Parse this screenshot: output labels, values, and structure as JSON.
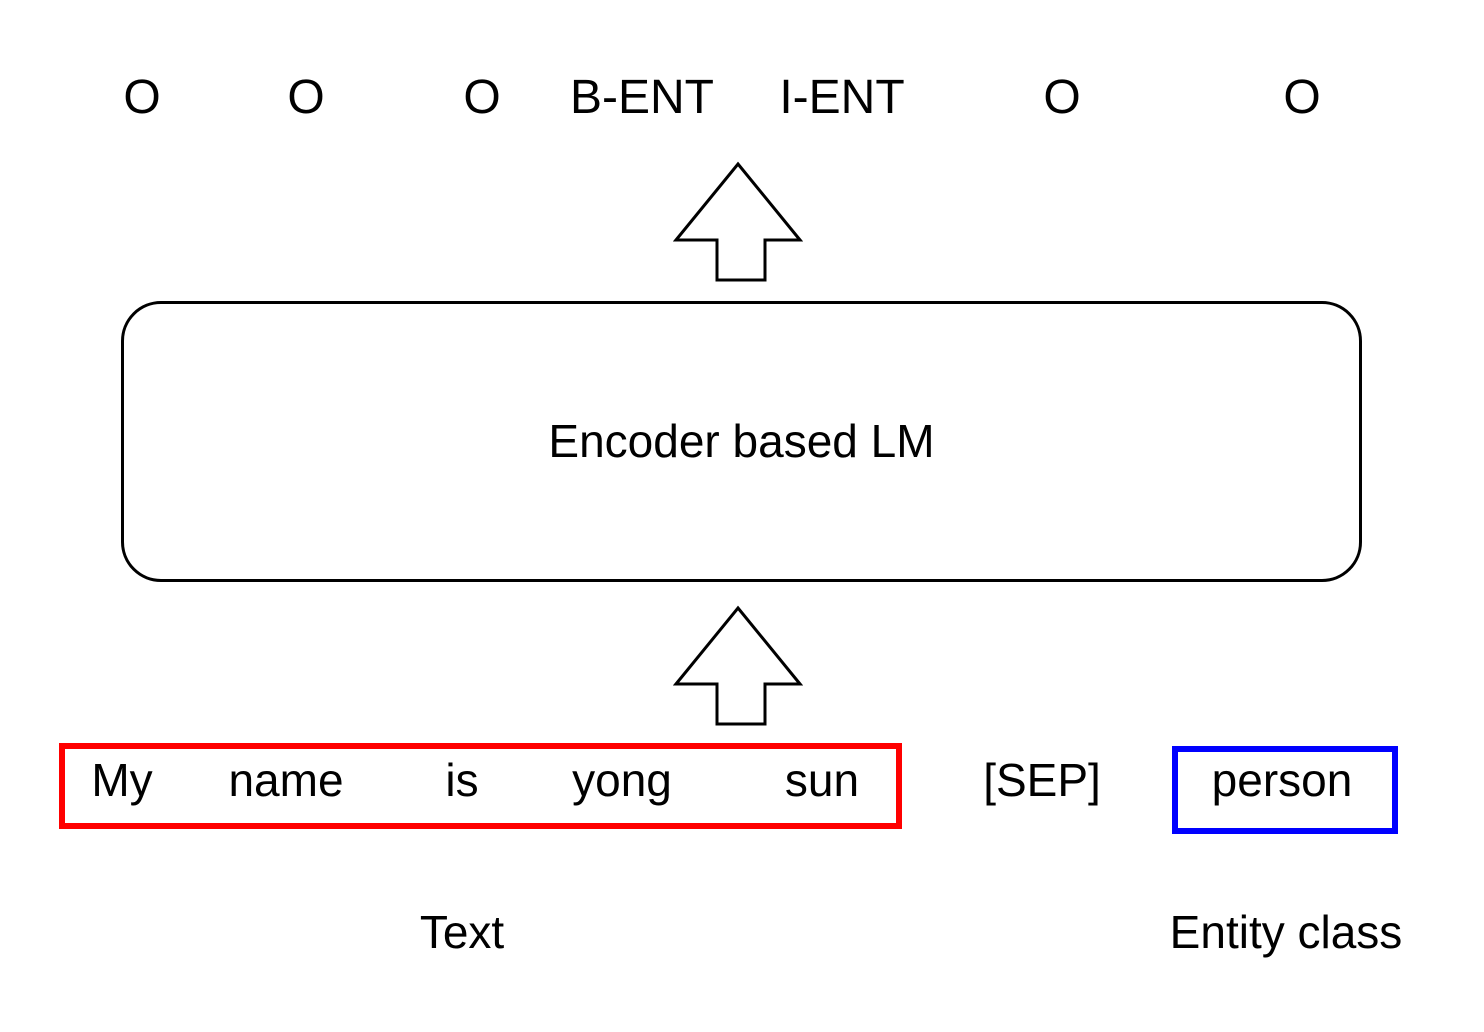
{
  "output_tags": [
    "O",
    "O",
    "O",
    "B-ENT",
    "I-ENT",
    "O",
    "O"
  ],
  "encoder": {
    "label": "Encoder based LM"
  },
  "input": {
    "text_tokens": [
      "My",
      "name",
      "is",
      "yong",
      "sun"
    ],
    "separator": "[SEP]",
    "entity_class": "person"
  },
  "captions": {
    "text": "Text",
    "entity_class": "Entity class"
  },
  "colors": {
    "text_box": "#ff0000",
    "entity_class_box": "#0000ff",
    "stroke": "#000000"
  }
}
